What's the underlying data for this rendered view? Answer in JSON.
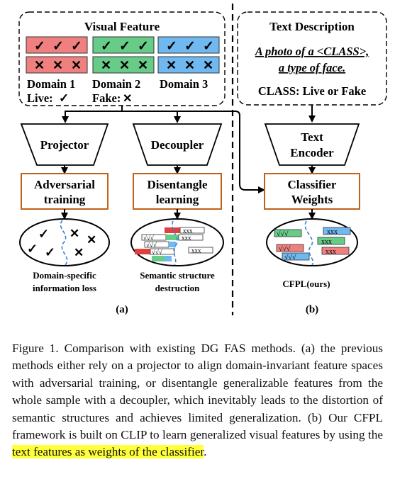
{
  "panel_a": {
    "visual_feature_title": "Visual Feature",
    "domain_labels": [
      "Domain 1",
      "Domain 2",
      "Domain 3"
    ],
    "live_label": "Live:",
    "fake_label": "Fake:",
    "projector_label": "Projector",
    "decoupler_label": "Decoupler",
    "adversarial_line1": "Adversarial",
    "adversarial_line2": "training",
    "disentangle_line1": "Disentangle",
    "disentangle_line2": "learning",
    "loss_line1": "Domain-specific",
    "loss_line2": "information loss",
    "semantic_line1": "Semantic structure",
    "semantic_line2": "destruction",
    "tag": "(a)"
  },
  "panel_b": {
    "text_description_title": "Text Description",
    "prompt_line1": "A photo of a <CLASS>,",
    "prompt_line2": "a type of face.",
    "class_line": "CLASS: Live or Fake",
    "encoder_line1": "Text",
    "encoder_line2": "Encoder",
    "classifier_line1": "Classifier",
    "classifier_line2": "Weights",
    "method_label": "CFPL(ours)",
    "tag": "(b)"
  },
  "glyphs": {
    "check": "✓",
    "cross": "✕",
    "check_triple": "√√√",
    "cross_triple": "xxx"
  },
  "colors": {
    "red": "#f08080",
    "green": "#66cc88",
    "blue": "#6fb8f0",
    "box_border": "#c0601a",
    "dash_line": "#3a7fd0"
  },
  "caption": {
    "text": "Figure 1. Comparison with existing DG FAS methods. (a) the previous methods either rely on a projector to align domain-invariant feature spaces with adversarial training, or disentangle generalizable features from the whole sample with a decoupler, which inevitably leads to the distortion of semantic structures and achieves limited generalization. (b) Our CFPL framework is built on CLIP to learn generalized visual features by using the ",
    "highlight": "text features as weights of the classifier",
    "end": "."
  }
}
